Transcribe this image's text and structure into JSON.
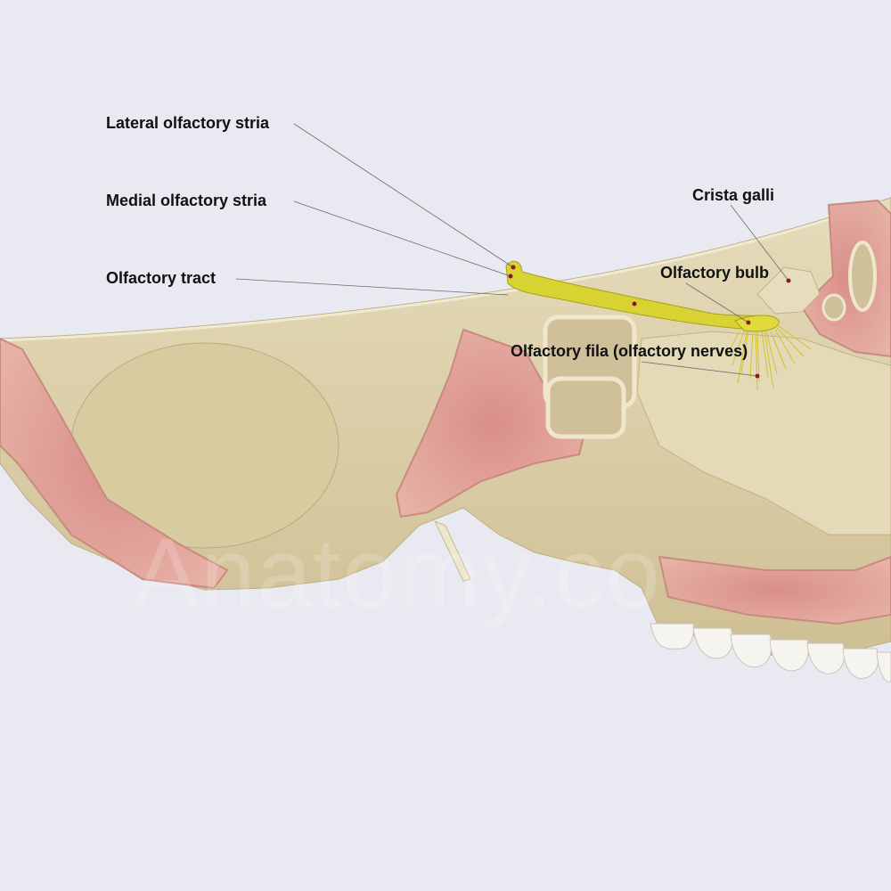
{
  "labels": {
    "lateral_stria": "Lateral olfactory stria",
    "medial_stria": "Medial olfactory stria",
    "olfactory_tract": "Olfactory tract",
    "crista_galli": "Crista galli",
    "olfactory_bulb": "Olfactory bulb",
    "olfactory_fila": "Olfactory fila (olfactory nerves)"
  },
  "watermark": "Anatomy.co",
  "colors": {
    "background": "#e9e9f1",
    "bone": "#dcd0ad",
    "bone_cut": "#d99a92",
    "nerve": "#d8d233",
    "leader_line": "#6b6b6b",
    "pin": "#8a1c1c"
  }
}
